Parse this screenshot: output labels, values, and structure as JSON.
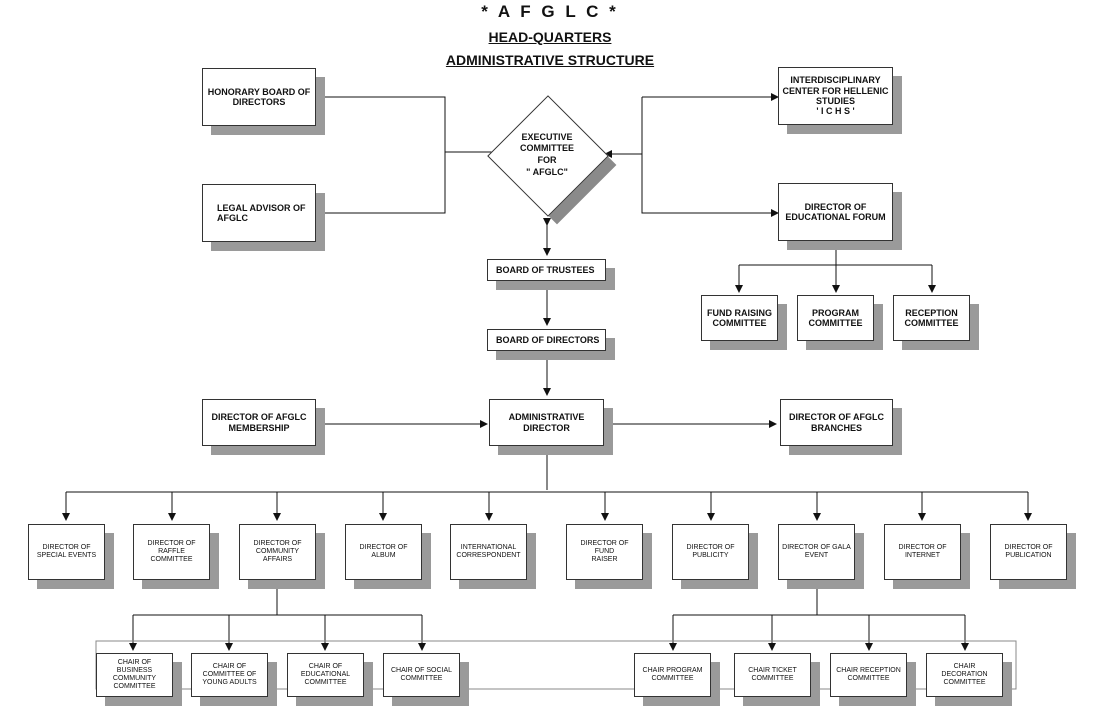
{
  "header": {
    "title": "* A F G L C *",
    "subtitle": "HEAD-QUARTERS",
    "heading": "ADMINISTRATIVE STRUCTURE"
  },
  "top": {
    "honorary": "HONORARY BOARD OF\nDIRECTORS",
    "legal": "LEGAL ADVISOR OF\nAFGLC",
    "executive": "EXECUTIVE\nCOMMITTEE\nFOR\n\" AFGLC\"",
    "ichs": "INTERDISCIPLINARY\nCENTER FOR HELLENIC\nSTUDIES\n' I C H S '",
    "educational_forum": "DIRECTOR OF\nEDUCATIONAL FORUM"
  },
  "forum_committees": [
    "FUND RAISING\nCOMMITTEE",
    "PROGRAM\nCOMMITTEE",
    "RECEPTION\nCOMMITTEE"
  ],
  "boards": {
    "trustees": "BOARD OF TRUSTEES",
    "directors": "BOARD OF DIRECTORS"
  },
  "admin_row": {
    "membership": "DIRECTOR OF AFGLC\nMEMBERSHIP",
    "administrative": "ADMINISTRATIVE\nDIRECTOR",
    "branches": "DIRECTOR OF AFGLC\nBRANCHES"
  },
  "directors": [
    "DIRECTOR OF\nSPECIAL EVENTS",
    "DIRECTOR OF\nRAFFLE COMMITTEE",
    "DIRECTOR OF\nCOMMUNITY\nAFFAIRS",
    "DIRECTOR OF\nALBUM",
    "INTERNATIONAL\nCORRESPONDENT",
    "DIRECTOR OF FUND\nRAISER",
    "DIRECTOR OF\nPUBLICITY",
    "DIRECTOR OF GALA\nEVENT",
    "DIRECTOR OF\nINTERNET",
    "DIRECTOR OF\nPUBLICATION"
  ],
  "community_chairs": [
    "CHAIR OF BUSINESS\nCOMMUNITY\nCOMMITTEE",
    "CHAIR OF\nCOMMITTEE OF\nYOUNG ADULTS",
    "CHAIR OF\nEDUCATIONAL\nCOMMITTEE",
    "CHAIR OF SOCIAL\nCOMMITTEE"
  ],
  "gala_chairs": [
    "CHAIR PROGRAM\nCOMMITTEE",
    "CHAIR TICKET\nCOMMITTEE",
    "CHAIR RECEPTION\nCOMMITTEE",
    "CHAIR DECORATION\nCOMMITTEE"
  ]
}
